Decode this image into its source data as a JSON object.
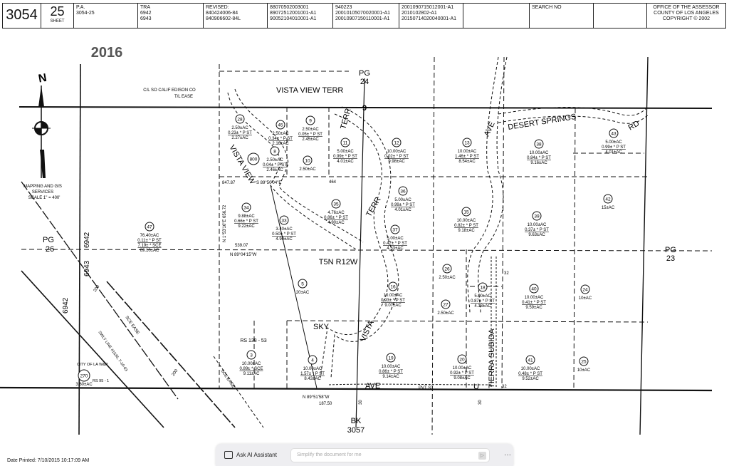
{
  "header": {
    "map_book": "3054",
    "page": "25",
    "sheet_label": "SHEET",
    "pa_label": "P.A.",
    "pa_value": "3054-25",
    "tra_label": "TRA",
    "tra_values": [
      "6942",
      "6943"
    ],
    "revised_label": "REVISED:",
    "revised_values": [
      "840424006-84",
      "840906602-84L"
    ],
    "rev_col2": [
      "88070502003001",
      "89072512001001-A1",
      "90052104010001-A1"
    ],
    "rev_col3": [
      "940223",
      "20010105070020001-A1",
      "20010907150110001-A1"
    ],
    "rev_col4": [
      "2001090715012001-A1",
      "2010102802-A1",
      "20150714020040001-A1"
    ],
    "search_label": "SEARCH NO",
    "office": [
      "OFFICE OF THE ASSESSOR",
      "COUNTY OF LOS ANGELES",
      "COPYRIGHT © 2002"
    ]
  },
  "map": {
    "stamp": "2016",
    "north_label": "N",
    "scale_note": [
      "MAPPING AND GIS",
      "SERVICES",
      "SCALE 1\" = 400'"
    ],
    "easement_note": [
      "C/L SO CALIF EDISON CO",
      "T/L EASE"
    ],
    "township": "T5N R12W",
    "rs_note": "RS 138 - 53",
    "section": "9",
    "streets": {
      "vista_view_terr": "VISTA VIEW TERR",
      "terr_1": "TERR",
      "vista_view": "VISTA VIEW",
      "desert_springs": "DESERT SPRINGS",
      "rd": "RD",
      "ave_1": "AVE",
      "terr_2": "TERR",
      "sky": "SKY",
      "vista": "VISTA",
      "ave_2": "AVE",
      "tierra_subida": "TIERRA SUBIDA",
      "u": "U",
      "pvt_st": "PVT ST",
      "sce_ease": "SCE EASE"
    },
    "page_refs": {
      "pg24": [
        "PG",
        "24"
      ],
      "pg26": [
        "PG",
        "26"
      ],
      "pg23": [
        "PG",
        "23"
      ],
      "bk3057": [
        "BK",
        "3057"
      ]
    },
    "tra_lines": {
      "a": "6942",
      "b": "6943",
      "c": "6942"
    },
    "dimensions": {
      "d1": "847.87",
      "d2": "S 89°50'04\"E",
      "d3": "464",
      "d4": "539.07",
      "d5": "N 89°04'15\"W",
      "d6": "N 1°53'16\"E 656.72",
      "d7": "N 89°51'58\"W",
      "d8": "187.50",
      "d9": "200",
      "d10": "SWLY LINE #1636, 7-10-63",
      "d11": "CITY OF LA W&P",
      "d12": "RS 95 - 1",
      "d13": "32",
      "d14": "30"
    },
    "parcels": [
      {
        "id": "47",
        "lines": [
          "76.40±AC",
          "0.11± * P ST",
          "7.19± * SCE",
          "69.10±AC"
        ]
      },
      {
        "id": "28",
        "lines": [
          "2.50±AC",
          "0.23± * P ST",
          "2.27±AC"
        ]
      },
      {
        "id": "45",
        "lines": [
          "2.50±AC",
          "0.34± * P ST",
          "2.16±AC"
        ]
      },
      {
        "id": "9",
        "lines": [
          "2.50±AC",
          "0.05± * P ST",
          "2.45±AC"
        ]
      },
      {
        "id": "800",
        "lines": []
      },
      {
        "id": "8",
        "lines": [
          "2.50±AC",
          "0.04± * P ST",
          "2.46±AC"
        ]
      },
      {
        "id": "10",
        "lines": [
          "2.50±AC"
        ]
      },
      {
        "id": "11",
        "lines": [
          "5.00±AC",
          "0.99± * P ST",
          "4.01±AC"
        ]
      },
      {
        "id": "12",
        "lines": [
          "10.00±AC",
          "0.02± * P ST",
          "9.98±AC"
        ]
      },
      {
        "id": "13",
        "lines": [
          "10.00±AC",
          "1.46± * P ST",
          "8.54±AC"
        ]
      },
      {
        "id": "38",
        "lines": [
          "10.00±AC",
          "0.84± * P ST",
          "9.16±AC"
        ]
      },
      {
        "id": "43",
        "lines": [
          "5.00±AC",
          "0.99± * P ST",
          "4.01±AC"
        ]
      },
      {
        "id": "34",
        "lines": [
          "9.88±AC",
          "0.66± * P ST",
          "9.22±AC"
        ]
      },
      {
        "id": "33",
        "lines": [
          "3.40±AC",
          "0.50± * P ST",
          "4.90±AC"
        ]
      },
      {
        "id": "35",
        "lines": [
          "4.76±AC",
          "0.86± * P ST",
          "4.90±AC"
        ]
      },
      {
        "id": "36",
        "lines": [
          "5.00±AC",
          "0.99± * P ST",
          "4.01±AC"
        ]
      },
      {
        "id": "37",
        "lines": [
          "5.00±AC",
          "0.47± * P ST",
          "4.53±AC"
        ]
      },
      {
        "id": "15",
        "lines": [
          "10.00±AC",
          "0.82± * P ST",
          "9.18±AC"
        ]
      },
      {
        "id": "39",
        "lines": [
          "10.00±AC",
          "0.37± * P ST",
          "9.63±AC"
        ]
      },
      {
        "id": "42",
        "lines": [
          "15±AC"
        ]
      },
      {
        "id": "5",
        "lines": [
          "20±AC"
        ]
      },
      {
        "id": "16",
        "lines": [
          "10.00±AC",
          "0.93± * P ST",
          "9.07±AC"
        ]
      },
      {
        "id": "26",
        "lines": [
          "2.50±AC"
        ]
      },
      {
        "id": "27",
        "lines": [
          "2.50±AC"
        ]
      },
      {
        "id": "18",
        "lines": [
          "5.00±AC",
          "0.87± * P ST",
          "4.13±AC"
        ]
      },
      {
        "id": "40",
        "lines": [
          "10.00±AC",
          "0.41± * P ST",
          "9.59±AC"
        ]
      },
      {
        "id": "24",
        "lines": [
          "10±AC"
        ]
      },
      {
        "id": "3",
        "lines": [
          "10.00±AC",
          "0.89± * SCE",
          "9.11±AC"
        ]
      },
      {
        "id": "4",
        "lines": [
          "10.00±AC",
          "1.57± * P ST",
          "8.43±AC"
        ]
      },
      {
        "id": "19",
        "lines": [
          "10.00±AC",
          "0.86± * P ST",
          "9.14±AC"
        ]
      },
      {
        "id": "20",
        "lines": [
          "10.00±AC",
          "0.92± * P ST",
          "9.08±AC"
        ]
      },
      {
        "id": "41",
        "lines": [
          "10.00±AC",
          "0.48± * P ST",
          "9.52±AC"
        ]
      },
      {
        "id": "25",
        "lines": [
          "10±AC"
        ]
      },
      {
        "id": "270",
        "lines": [
          "3.60±AC"
        ]
      }
    ]
  },
  "footer": {
    "date_printed": "Date Printed: 7/10/2015 10:17:09 AM"
  },
  "ai_bar": {
    "label": "Ask AI Assistant",
    "placeholder": "Simplify the document for me",
    "send_icon": "send-arrow",
    "more_label": "···"
  }
}
